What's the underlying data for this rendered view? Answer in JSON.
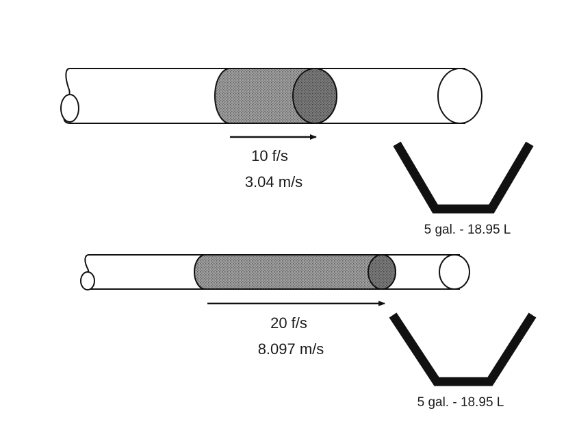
{
  "colors": {
    "stroke": "#111111",
    "slug_fill": "#8a8a8a",
    "background": "#ffffff"
  },
  "icons": [
    "pipe-icon",
    "fluid-slug-icon",
    "flow-arrow-icon",
    "bucket-icon"
  ],
  "top": {
    "speed_imperial": "10 f/s",
    "speed_metric": "3.04 m/s",
    "volume": "5 gal. - 18.95 L"
  },
  "bottom": {
    "speed_imperial": "20 f/s",
    "speed_metric": "8.097 m/s",
    "volume": "5 gal. - 18.95 L"
  }
}
